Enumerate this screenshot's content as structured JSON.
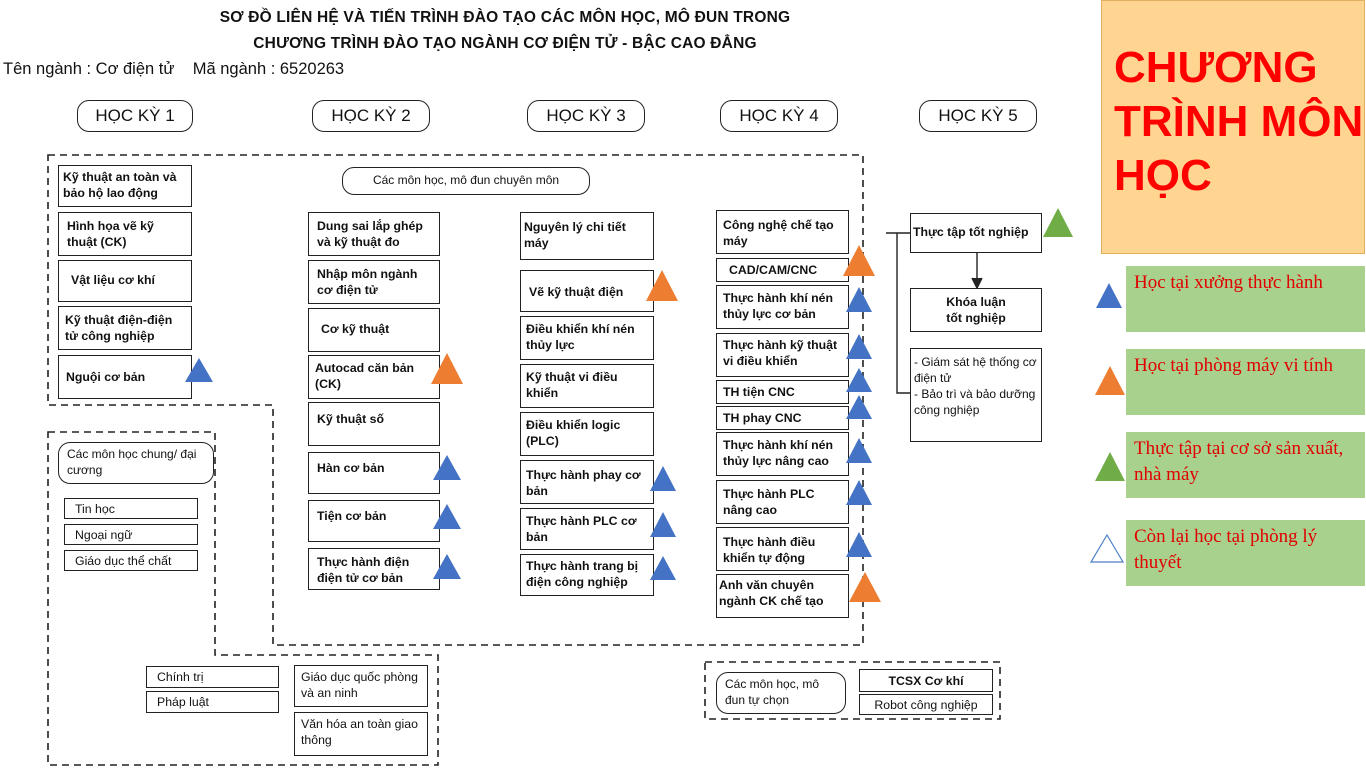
{
  "title": {
    "line1": "SƠ ĐỒ LIÊN HỆ VÀ TIẾN TRÌNH ĐÀO TẠO CÁC MÔN HỌC, MÔ ĐUN TRONG",
    "line2": "CHƯƠNG TRÌNH ĐÀO TẠO NGÀNH CƠ ĐIỆN TỬ - BẬC CAO ĐẲNG"
  },
  "info": {
    "major": "Tên ngành : Cơ điện tử",
    "code": "Mã ngành : 6520263"
  },
  "semesters": [
    "HỌC KỲ 1",
    "HỌC KỲ 2",
    "HỌC KỲ 3",
    "HỌC KỲ 4",
    "HỌC KỲ 5"
  ],
  "groups": {
    "specialized": "Các môn học, mô đun chuyên môn",
    "general": "Các môn học chung/ đại cương",
    "elective": "Các môn học, mô đun tự chọn"
  },
  "hk1": [
    "Kỹ thuật an toàn và bảo hộ lao động",
    "Hình họa vẽ kỹ thuật (CK)",
    "Vật liệu cơ khí",
    "Kỹ thuật điện-điện tử công nghiệp",
    "Nguội cơ bản"
  ],
  "hk2": [
    "Dung sai lắp ghép và kỹ thuật đo",
    "Nhập môn ngành cơ điện tử",
    "Cơ kỹ thuật",
    "Autocad căn bản (CK)",
    "Kỹ thuật số",
    "Hàn cơ bản",
    "Tiện cơ bản",
    "Thực hành điện điện tử cơ bản"
  ],
  "hk3": [
    "Nguyên lý chi tiết máy",
    "Vẽ kỹ thuật điện",
    "Điều khiển khí nén thủy lực",
    "Kỹ thuật vi điều khiển",
    "Điều khiển logic (PLC)",
    "Thực hành phay cơ bản",
    "Thực hành PLC cơ bản",
    "Thực hành trang bị điện công nghiệp"
  ],
  "hk4": [
    "Công nghệ chế tạo máy",
    "CAD/CAM/CNC",
    "Thực hành khí nén thủy lực cơ bản",
    "Thực hành kỹ thuật vi điều khiển",
    "TH tiện CNC",
    "TH phay CNC",
    "Thực hành khí nén thủy lực nâng cao",
    "Thực hành PLC nâng cao",
    "Thực hành điều khiển tự động",
    "Anh văn chuyên ngành CK chế tạo"
  ],
  "hk5": [
    "Thực tập tốt nghiệp",
    "Khóa luận tốt nghiệp",
    "- Giám sát hệ thống cơ điện tử",
    "- Bảo trì và bảo dưỡng công nghiệp"
  ],
  "general_subjects": [
    "Tin học",
    "Ngoại ngữ",
    "Giáo dục thể chất",
    "Chính trị",
    "Pháp luật",
    "Giáo dục quốc phòng và an ninh",
    "Văn hóa an toàn giao thông"
  ],
  "elective_subjects": [
    "TCSX Cơ khí",
    "Robot công nghiệp"
  ],
  "program_title": "CHƯƠNG TRÌNH MÔN HỌC",
  "legend": [
    {
      "text": "Học tại xưởng thực hành",
      "icon": "blue-triangle"
    },
    {
      "text": "Học tại phòng máy vi tính",
      "icon": "orange-triangle"
    },
    {
      "text": "Thực tập tại cơ sở sản xuất, nhà máy",
      "icon": "green-triangle"
    },
    {
      "text": "Còn lại học tại phòng lý thuyết",
      "icon": "outline-triangle"
    }
  ],
  "colors": {
    "blue": "#4472c4",
    "orange": "#ed7d31",
    "green": "#70ad47",
    "legend_bg": "#a9d18e",
    "legend_text": "#e00000",
    "program_bg": "#ffd591",
    "program_text": "#ff0000"
  }
}
